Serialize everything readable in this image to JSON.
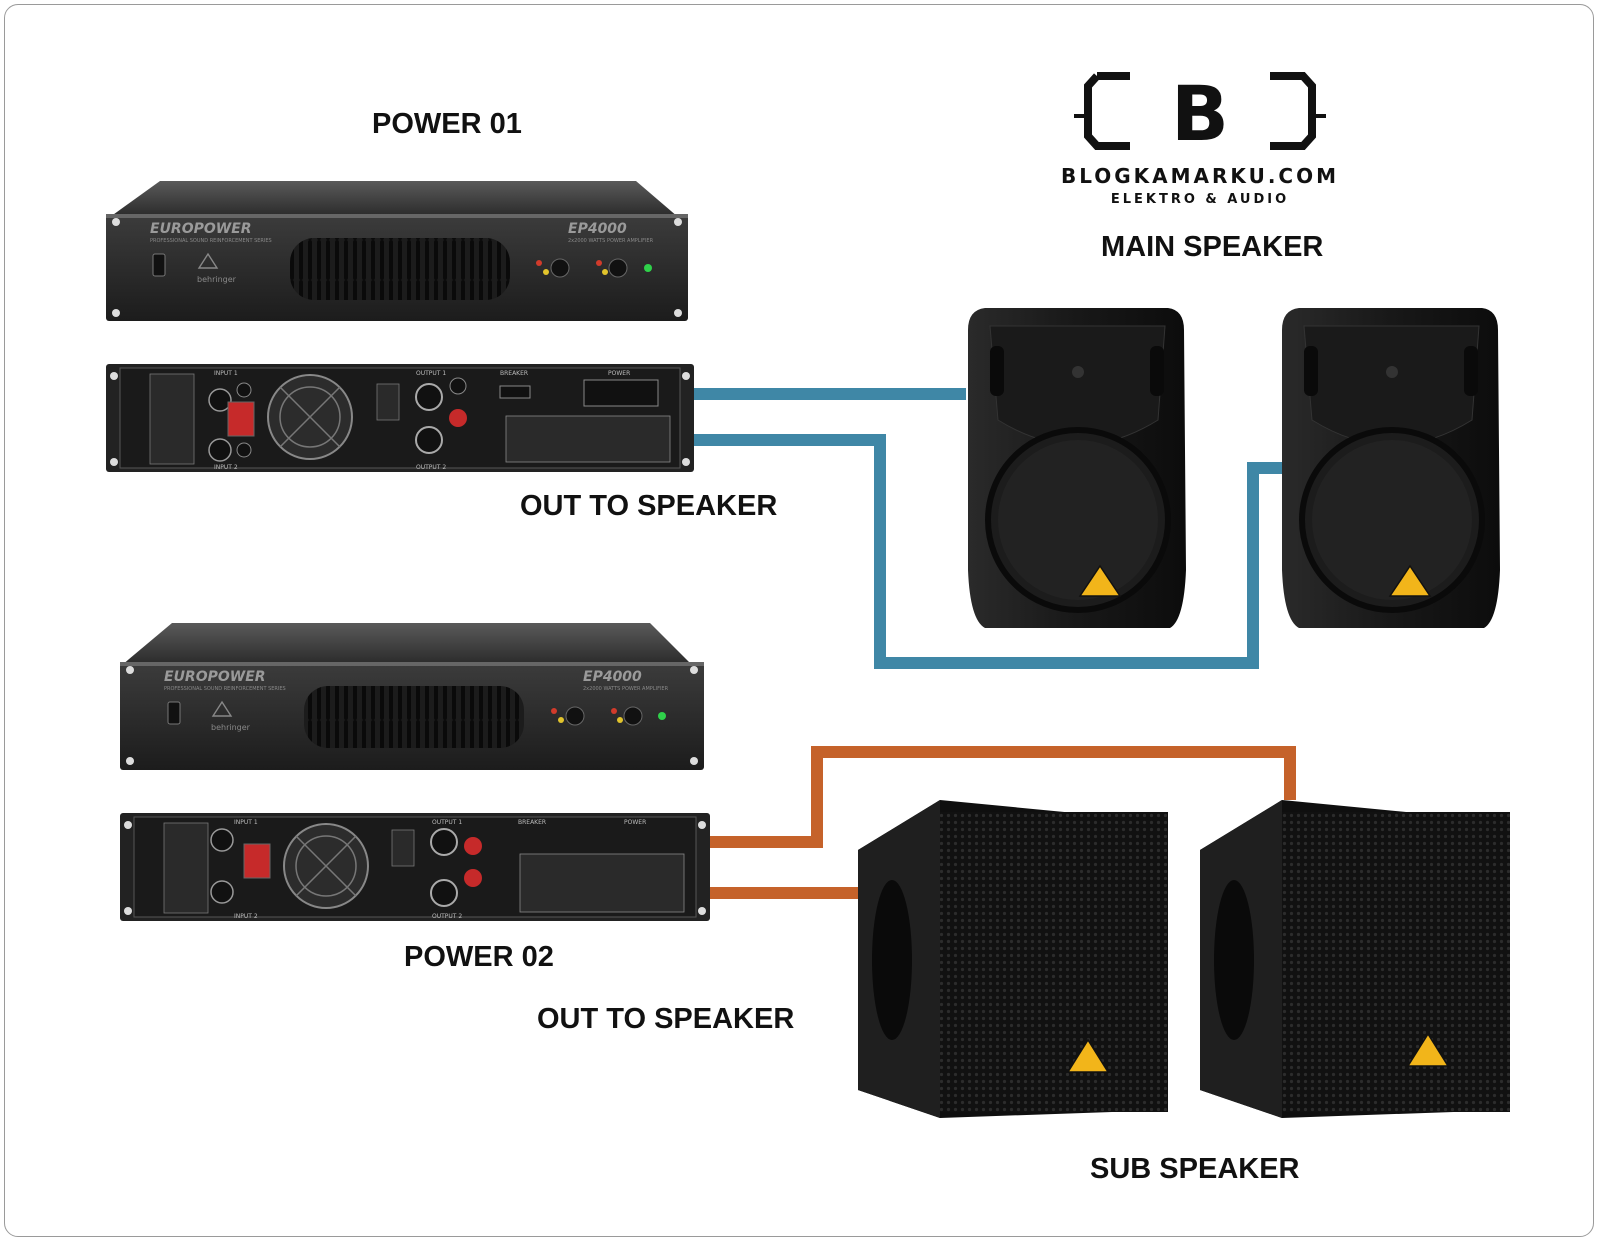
{
  "labels": {
    "power1": "POWER 01",
    "power2": "POWER 02",
    "out1": "OUT TO SPEAKER",
    "out2": "OUT TO SPEAKER",
    "main": "MAIN SPEAKER",
    "sub": "SUB SPEAKER"
  },
  "logo": {
    "letter": "B",
    "site": "BLOGKAMARKU.COM",
    "tagline": "ELEKTRO & AUDIO"
  },
  "amplifier": {
    "brand": "EUROPOWER",
    "model": "EP4000",
    "series": "PROFESSIONAL SOUND REINFORCEMENT SERIES",
    "spec": "2x2000 WATTS POWER AMPLIFIER",
    "maker": "behringer",
    "rear_input1": "INPUT 1",
    "rear_input2": "INPUT 2",
    "rear_output1": "OUTPUT 1",
    "rear_output2": "OUTPUT 2",
    "rear_breaker": "BREAKER",
    "rear_power": "POWER"
  },
  "colors": {
    "main_cable": "#3f87a6",
    "sub_cable": "#c5622a",
    "speaker_badge": "#f2b51a",
    "power_led": "#2fd14a"
  }
}
